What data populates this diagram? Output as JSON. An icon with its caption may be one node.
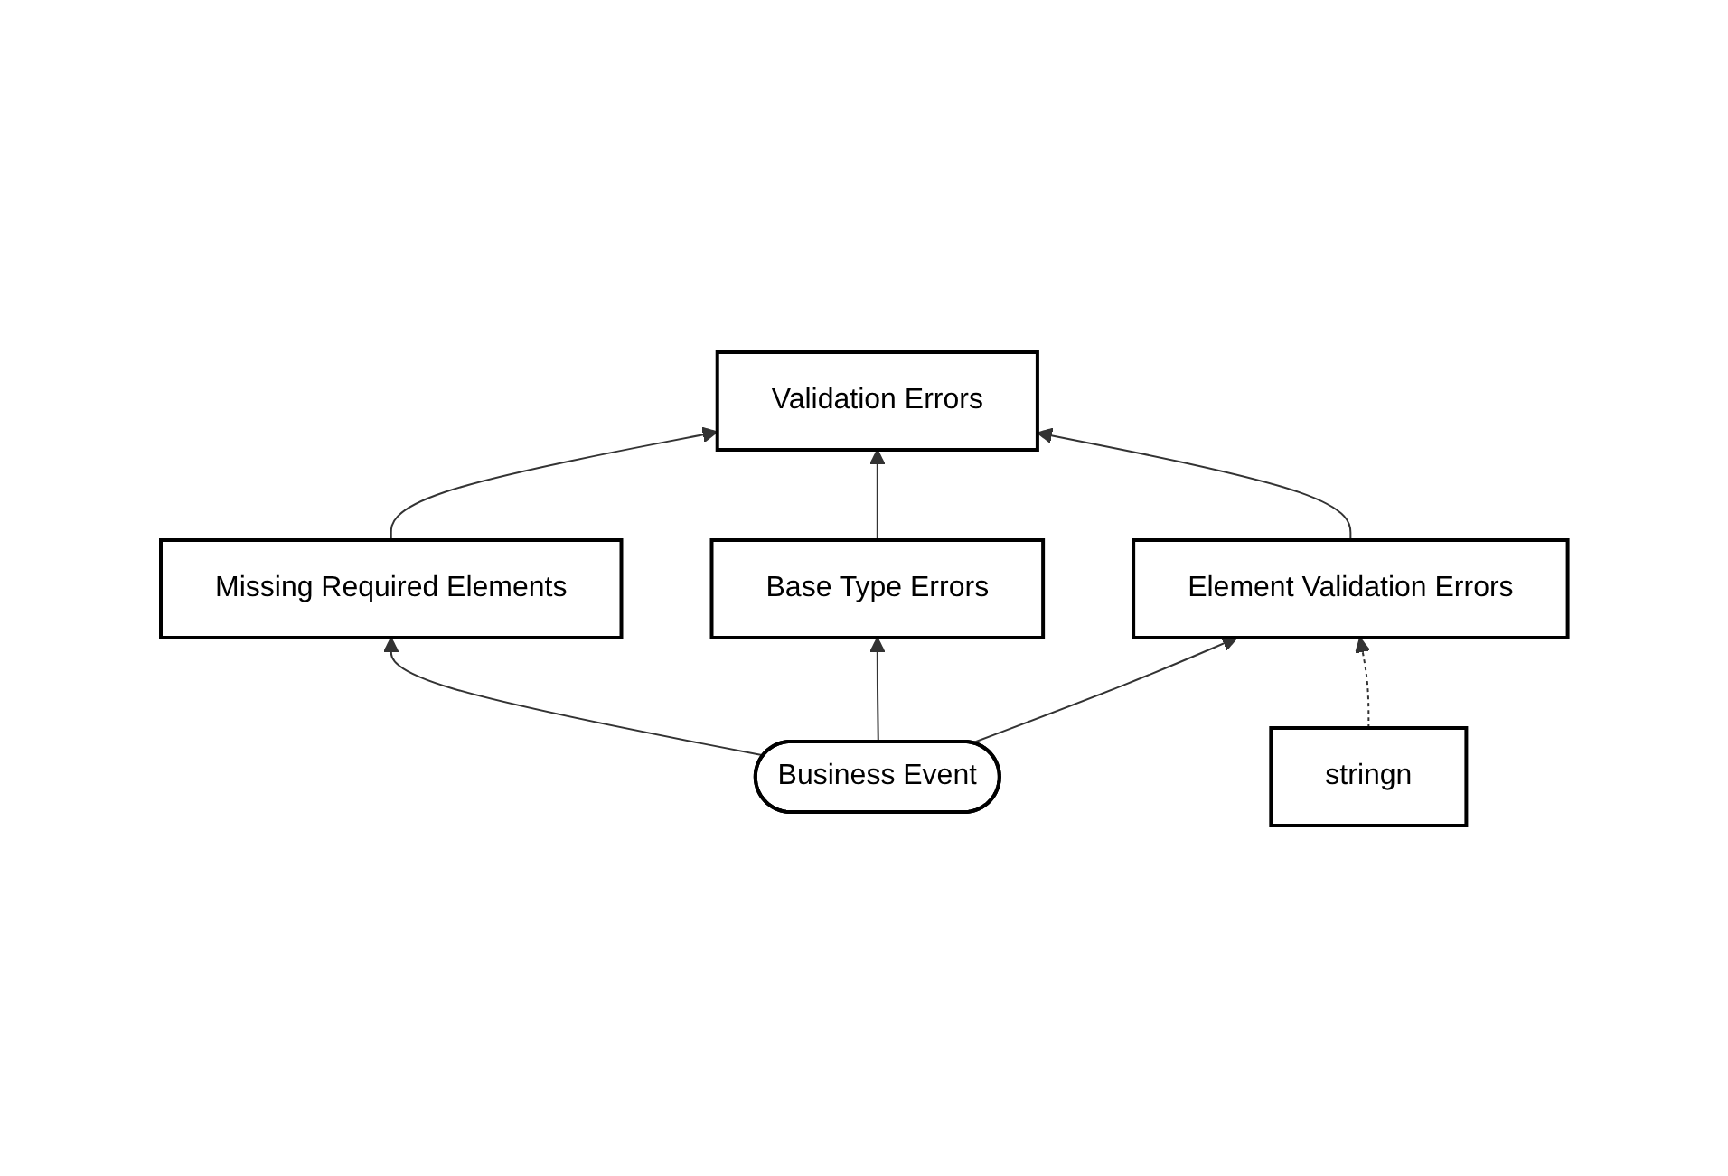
{
  "diagram": {
    "nodes": [
      {
        "text": [
          "Validation Errors"
        ]
      },
      {
        "text": [
          "Missing Required Elements"
        ]
      },
      {
        "text": [
          "Base Type Errors"
        ]
      },
      {
        "text": [
          "Element Validation Errors"
        ]
      },
      {
        "text": [
          "stringn"
        ]
      },
      {
        "text": [
          "Business Event"
        ]
      }
    ],
    "edges": [
      {
        "from": 1,
        "to": 0,
        "arrow": "to"
      },
      {
        "from": 2,
        "to": 0,
        "arrow": "to"
      },
      {
        "from": 3,
        "to": 0,
        "arrow": "to"
      },
      {
        "from": 5,
        "to": 1,
        "arrow": "to"
      },
      {
        "from": 5,
        "to": 2,
        "arrow": "to"
      },
      {
        "from": 5,
        "to": 3,
        "arrow": "to"
      },
      {
        "from": 4,
        "to": 3,
        "arrow": "to",
        "style": "dashed"
      }
    ]
  }
}
